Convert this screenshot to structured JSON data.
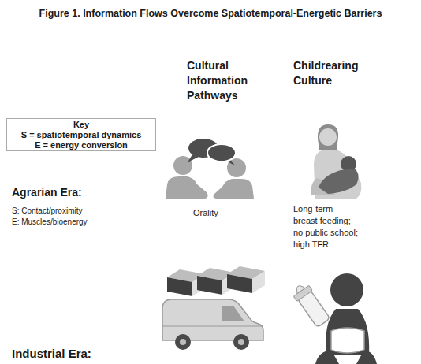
{
  "diagram": {
    "title": "Figure 1. Information Flows Overcome Spatiotemporal-Energetic Barriers",
    "nodes": [
      {
        "text": [
          "Key",
          "S = spatiotemporal dynamics",
          "E = energy conversion"
        ]
      }
    ],
    "labels": [
      "Cultural Information Pathways",
      "Childrearing Culture",
      "Agrarian Era:",
      "S: Contact/proximity",
      "E: Muscles/bioenergy",
      "Orality",
      "Long-term breast feeding; no public school; high TFR",
      "Industrial Era:"
    ]
  }
}
